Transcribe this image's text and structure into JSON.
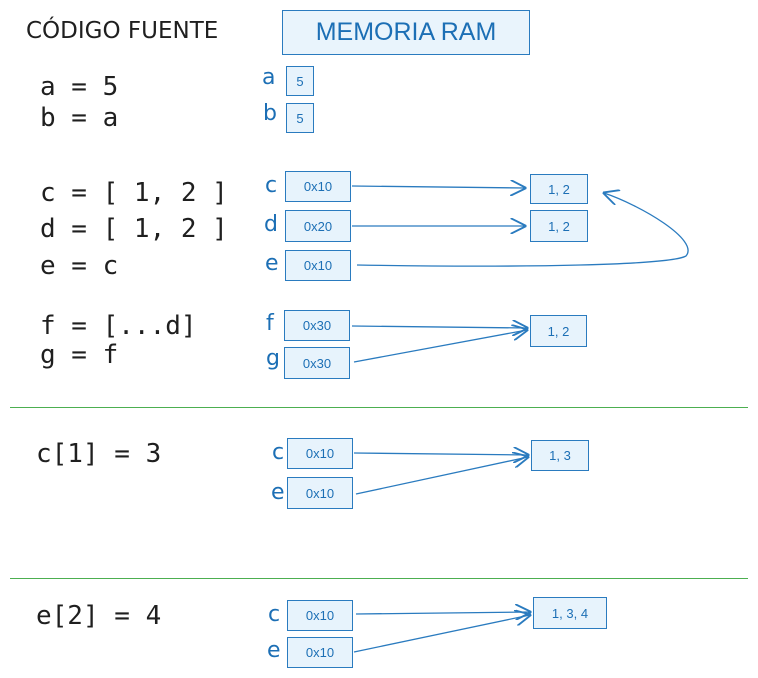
{
  "headers": {
    "source_code": "CÓDIGO FUENTE",
    "memory": "MEMORIA RAM"
  },
  "code": {
    "line_a": "a = 5",
    "line_b": "b = a",
    "line_c": "c = [ 1, 2 ]",
    "line_d": "d = [ 1, 2 ]",
    "line_e": "e = c",
    "line_f": "f = [...d]",
    "line_g": "g = f",
    "mutation_1": "c[1] = 3",
    "mutation_2": "e[2] = 4"
  },
  "memory": {
    "primitives": [
      {
        "var": "a",
        "value": "5"
      },
      {
        "var": "b",
        "value": "5"
      }
    ],
    "section1": [
      {
        "var": "c",
        "ref": "0x10"
      },
      {
        "var": "d",
        "ref": "0x20"
      },
      {
        "var": "e",
        "ref": "0x10"
      }
    ],
    "section1_arrays": [
      "1, 2",
      "1, 2"
    ],
    "section2": [
      {
        "var": "f",
        "ref": "0x30"
      },
      {
        "var": "g",
        "ref": "0x30"
      }
    ],
    "section2_array": "1, 2",
    "section3": [
      {
        "var": "c",
        "ref": "0x10"
      },
      {
        "var": "e",
        "ref": "0x10"
      }
    ],
    "section3_array": "1, 3",
    "section4": [
      {
        "var": "c",
        "ref": "0x10"
      },
      {
        "var": "e",
        "ref": "0x10"
      }
    ],
    "section4_array": "1, 3, 4"
  },
  "colors": {
    "accent": "#1c6fb5",
    "box_fill": "#e7f3fc",
    "divider": "#4caf50",
    "text": "#1f1f1f"
  }
}
